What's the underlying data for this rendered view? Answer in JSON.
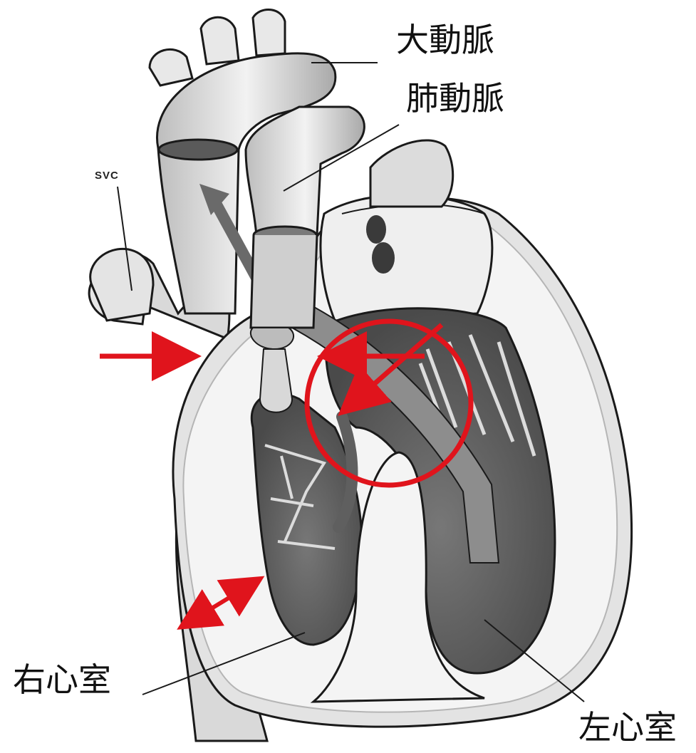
{
  "labels": {
    "aorta": "大動脈",
    "pulmonary_artery": "肺動脈",
    "right_ventricle": "右心室",
    "left_ventricle": "左心室",
    "svc": "SVC"
  },
  "colors": {
    "annotation": "#e0141c",
    "line": "#1a1a1a",
    "tissue_light": "#ededed",
    "tissue_mid": "#bdbdbd",
    "tissue_dark": "#5f5f5f"
  }
}
